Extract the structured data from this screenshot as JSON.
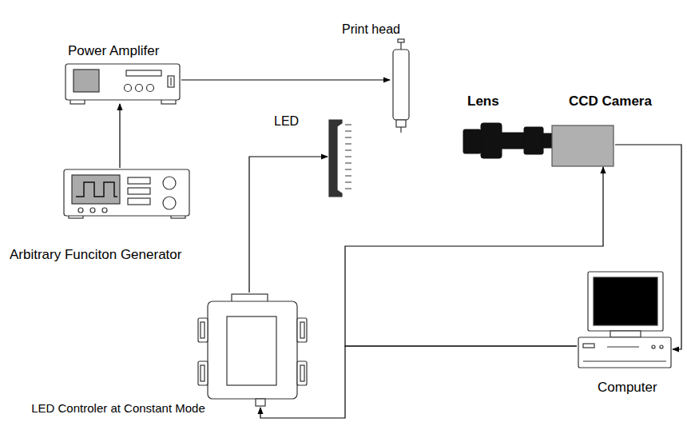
{
  "diagram": {
    "nodes": [
      {
        "text": [
          "Power Amplifer"
        ]
      },
      {
        "text": [
          "Print head"
        ]
      },
      {
        "text": [
          "LED"
        ]
      },
      {
        "text": [
          "Lens"
        ]
      },
      {
        "text": [
          "CCD Camera"
        ]
      },
      {
        "text": [
          "Arbitrary Funciton Generator"
        ]
      },
      {
        "text": [
          "Computer"
        ]
      },
      {
        "text": [
          "LED Controler at Constant Mode"
        ]
      }
    ],
    "edges": [
      {
        "from": 5,
        "to": 0,
        "arrow": "to"
      },
      {
        "from": 0,
        "to": 1,
        "arrow": "to"
      },
      {
        "from": 7,
        "to": 2,
        "arrow": "to"
      },
      {
        "from": 6,
        "to": 7,
        "arrow": "to"
      },
      {
        "from": 6,
        "to": 4,
        "arrow": "to"
      },
      {
        "from": 4,
        "to": 6,
        "arrow": "to"
      }
    ]
  }
}
